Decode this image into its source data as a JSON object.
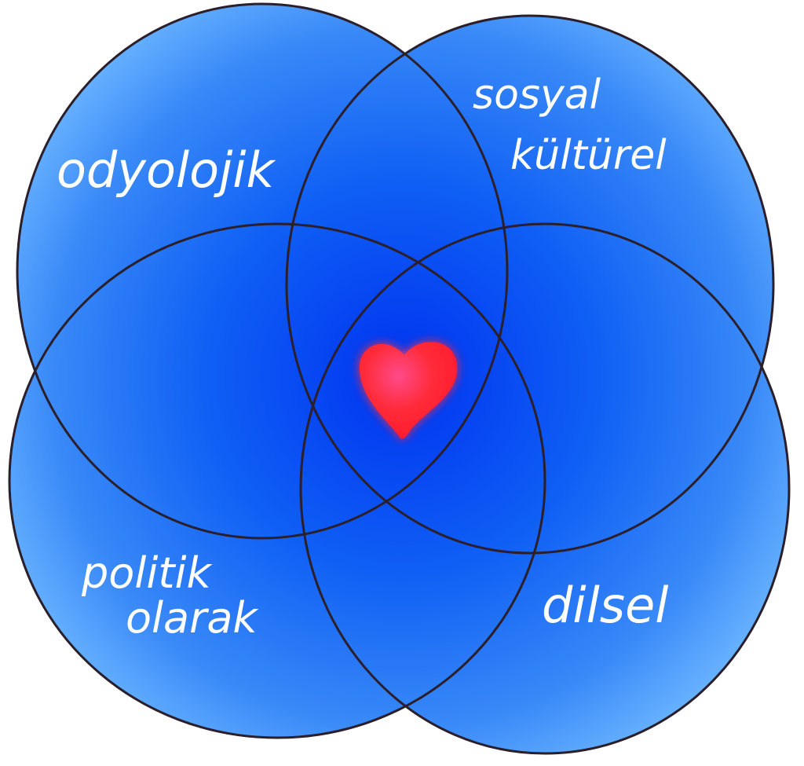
{
  "diagram": {
    "type": "venn",
    "sets": [
      {
        "id": "tl",
        "label_lines": [
          "odyolojik"
        ]
      },
      {
        "id": "tr",
        "label_lines": [
          "sosyal",
          "kültürel"
        ]
      },
      {
        "id": "bl",
        "label_lines": [
          "politik",
          "olarak"
        ]
      },
      {
        "id": "br",
        "label_lines": [
          "dilsel"
        ]
      }
    ],
    "center_symbol": "heart-icon",
    "colors": {
      "center_blue": "#0033f0",
      "edge_blue": "#5aa8ff",
      "outline": "#2a1f2a",
      "heart": "#ff2b3a",
      "label": "#ffffff"
    }
  }
}
